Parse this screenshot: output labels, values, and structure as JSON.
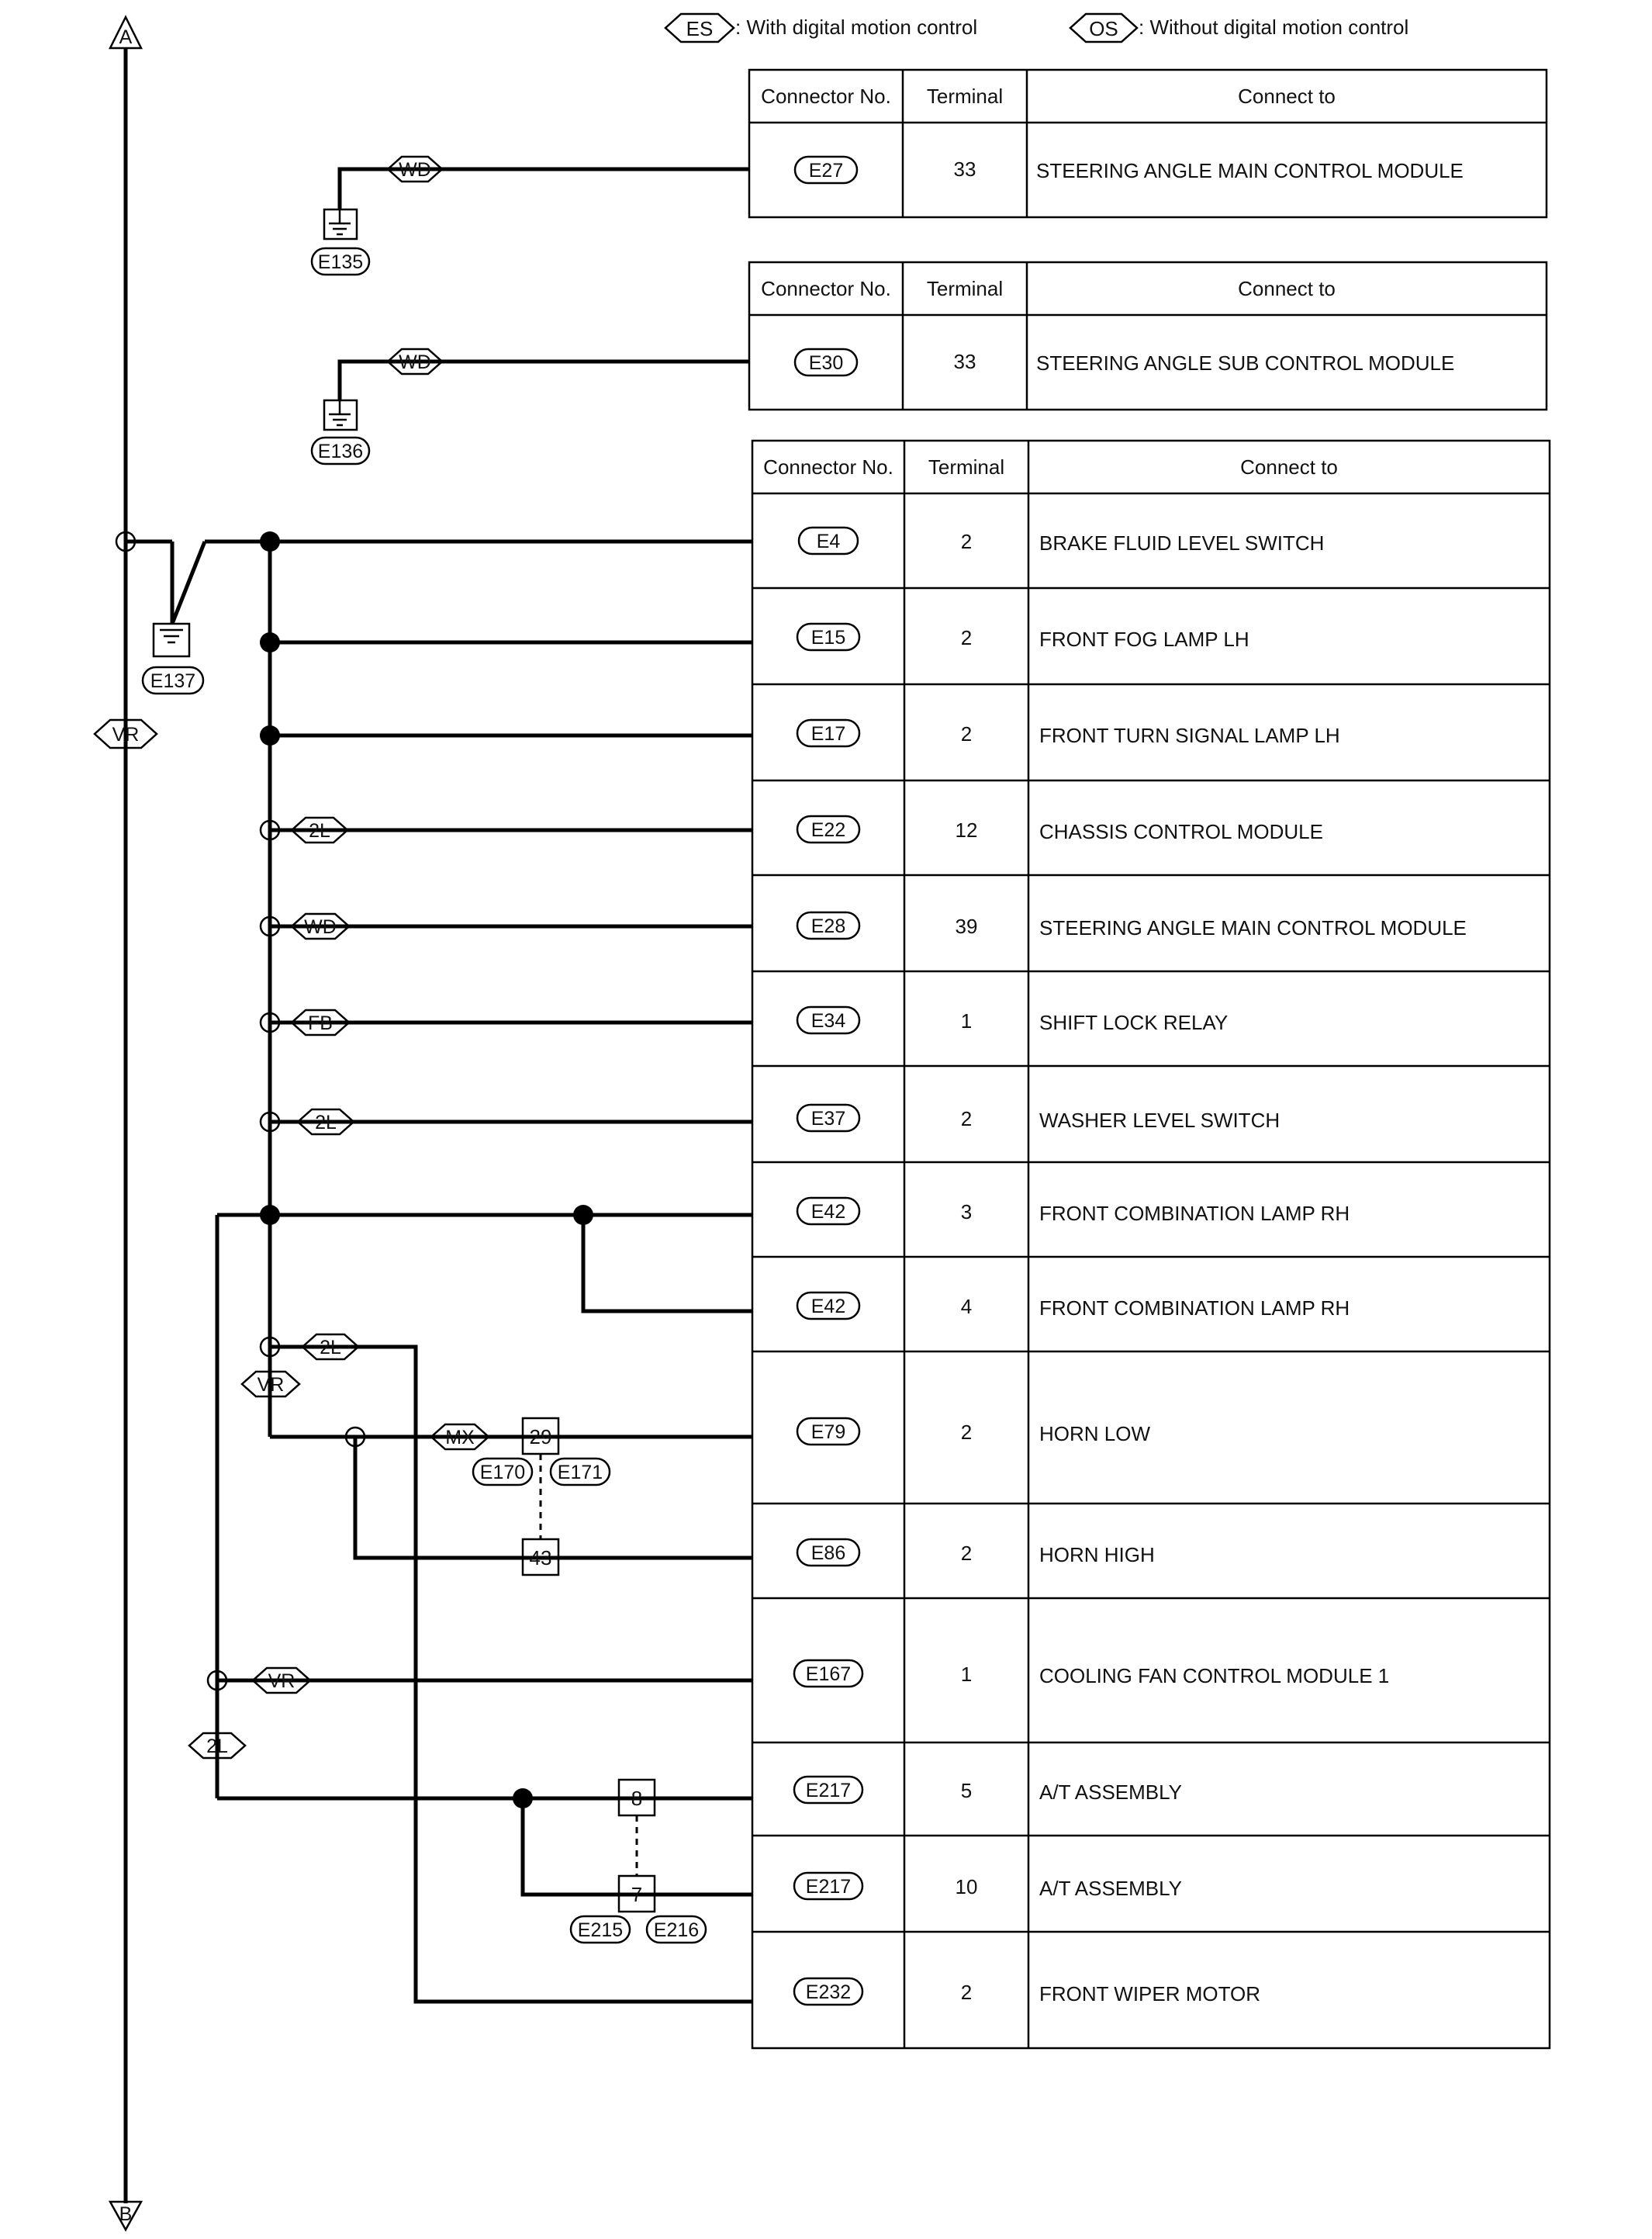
{
  "legend": {
    "es": {
      "code": "ES",
      "text": ": With digital motion control"
    },
    "os": {
      "code": "OS",
      "text": ": Without digital motion control"
    }
  },
  "bus": {
    "top": "A",
    "bottom": "B",
    "color": "VR"
  },
  "table_headers": {
    "connector": "Connector No.",
    "terminal": "Terminal",
    "connect_to": "Connect to"
  },
  "tables": [
    {
      "rows": [
        {
          "connector": "E27",
          "terminal": "33",
          "connect_to": "STEERING ANGLE MAIN CONTROL MODULE"
        }
      ]
    },
    {
      "rows": [
        {
          "connector": "E30",
          "terminal": "33",
          "connect_to": "STEERING ANGLE SUB CONTROL MODULE"
        }
      ]
    },
    {
      "rows": [
        {
          "connector": "E4",
          "terminal": "2",
          "connect_to": "BRAKE FLUID LEVEL SWITCH"
        },
        {
          "connector": "E15",
          "terminal": "2",
          "connect_to": "FRONT FOG LAMP LH"
        },
        {
          "connector": "E17",
          "terminal": "2",
          "connect_to": "FRONT TURN SIGNAL LAMP LH"
        },
        {
          "connector": "E22",
          "terminal": "12",
          "connect_to": "CHASSIS CONTROL MODULE"
        },
        {
          "connector": "E28",
          "terminal": "39",
          "connect_to": "STEERING ANGLE MAIN CONTROL MODULE"
        },
        {
          "connector": "E34",
          "terminal": "1",
          "connect_to": "SHIFT LOCK RELAY"
        },
        {
          "connector": "E37",
          "terminal": "2",
          "connect_to": "WASHER LEVEL SWITCH"
        },
        {
          "connector": "E42",
          "terminal": "3",
          "connect_to": "FRONT COMBINATION LAMP RH"
        },
        {
          "connector": "E42",
          "terminal": "4",
          "connect_to": "FRONT COMBINATION LAMP RH"
        },
        {
          "connector": "E79",
          "terminal": "2",
          "connect_to": "HORN LOW"
        },
        {
          "connector": "E86",
          "terminal": "2",
          "connect_to": "HORN HIGH"
        },
        {
          "connector": "E167",
          "terminal": "1",
          "connect_to": "COOLING FAN CONTROL MODULE 1"
        },
        {
          "connector": "E217",
          "terminal": "5",
          "connect_to": "A/T ASSEMBLY"
        },
        {
          "connector": "E217",
          "terminal": "10",
          "connect_to": "A/T ASSEMBLY"
        },
        {
          "connector": "E232",
          "terminal": "2",
          "connect_to": "FRONT WIPER MOTOR"
        }
      ]
    }
  ],
  "grounds": {
    "g1": "E135",
    "g2": "E136",
    "g3": "E137"
  },
  "wire_tags": {
    "wd1": "WD",
    "wd2": "WD",
    "wd3": "WD",
    "l1": "2L",
    "l2": "2L",
    "l3": "2L",
    "l4": "2L",
    "fb": "FB",
    "vr1": "VR",
    "vr2": "VR",
    "mx": "MX"
  },
  "joints": {
    "j29": "29",
    "j43": "43",
    "j8": "8",
    "j7": "7",
    "c1": "E170",
    "c2": "E171",
    "c3": "E215",
    "c4": "E216"
  }
}
